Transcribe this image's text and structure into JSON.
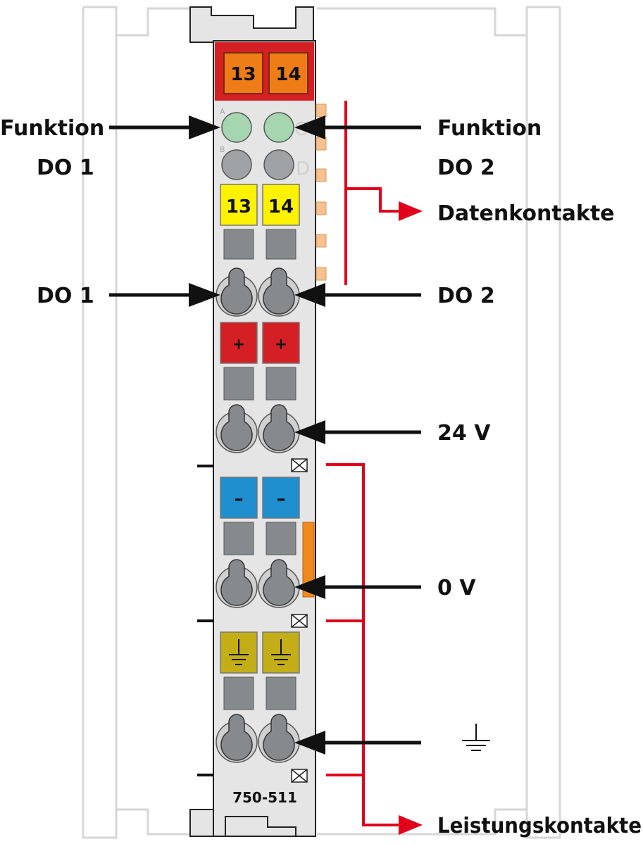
{
  "labels": {
    "left_top_line1": "Funktion",
    "left_top_line2": "DO 1",
    "right_top_line1": "Funktion",
    "right_top_line2": "DO 2",
    "data_contacts": "Datenkontakte",
    "left_do1": "DO 1",
    "right_do2": "DO 2",
    "v24": "24 V",
    "v0": "0 V",
    "power_contacts": "Leistungskontakte"
  },
  "module": {
    "model": "750-511",
    "header_terminals": [
      "13",
      "14"
    ],
    "led_letters": [
      "A",
      "B"
    ],
    "side_letters": [
      "C",
      "D"
    ],
    "signal_terminals": [
      "13",
      "14"
    ],
    "plus_terminals": [
      "+",
      "+"
    ],
    "minus_terminals": [
      "–",
      "–"
    ]
  },
  "colors": {
    "module_body": "#e5e5e5",
    "header_red": "#d42024",
    "terminal_orange": "#ef7d17",
    "led_green": "#a6d6b0",
    "led_gray": "#9fa3a6",
    "signal_yellow": "#fff200",
    "plus_red": "#d42024",
    "minus_blue": "#1f8fd0",
    "ground_olive": "#c3ae18",
    "contact_gray": "#878a8d",
    "red_line": "#e1001a",
    "arrow_black": "#111111"
  }
}
